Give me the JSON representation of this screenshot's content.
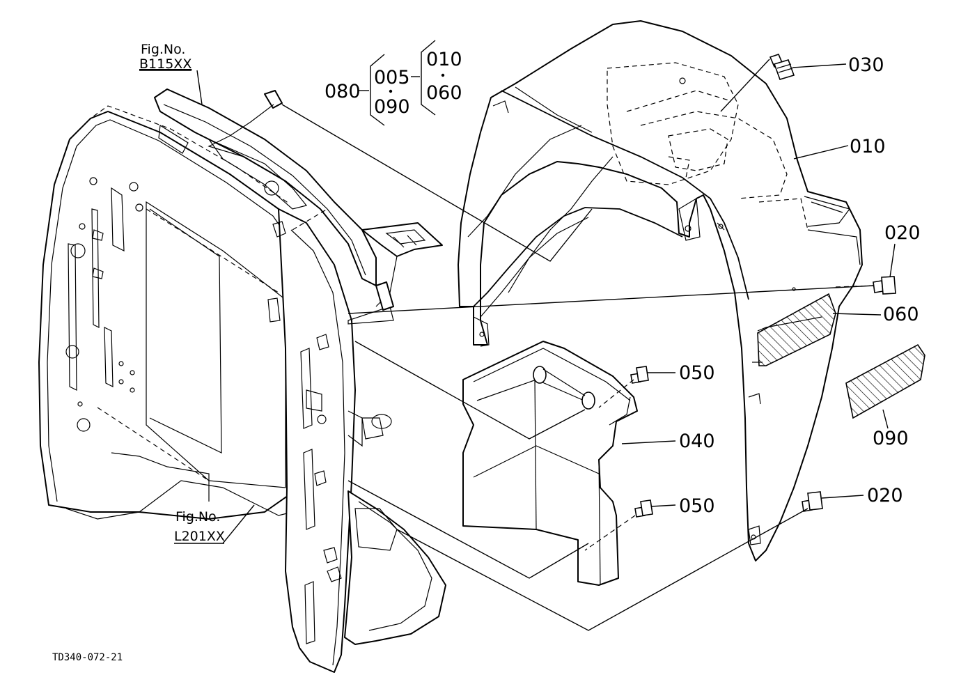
{
  "diagram": {
    "code": "TD340-072-21",
    "figure_refs": [
      {
        "line1": "Fig.No.",
        "line2": "B115XX"
      },
      {
        "line1": "Fig.No.",
        "line2": "L201XX"
      }
    ],
    "assembly": {
      "root": "080",
      "group1_top": "005",
      "group1_bottom": "090",
      "group2_top": "010",
      "group2_bottom": "060"
    },
    "callouts": {
      "p030": "030",
      "p010": "010",
      "p020_top": "020",
      "p060": "060",
      "p050_top": "050",
      "p040": "040",
      "p090": "090",
      "p050_bottom": "050",
      "p020_bottom": "020"
    }
  }
}
